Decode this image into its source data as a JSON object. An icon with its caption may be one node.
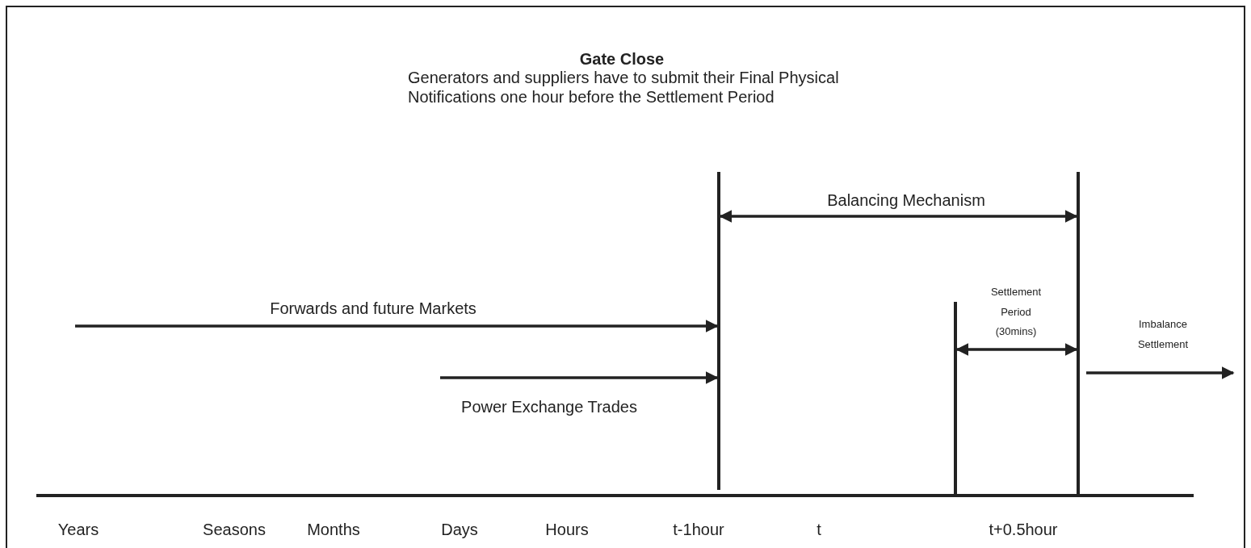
{
  "diagram": {
    "nodes": [
      {
        "text": [],
        "shape": "bar"
      },
      {
        "text": [],
        "shape": "bar"
      },
      {
        "text": [],
        "shape": "bar"
      }
    ],
    "edges": [
      {
        "from": 0,
        "to": 2,
        "arrow": "both",
        "label": "Balancing Mechanism"
      },
      {
        "from": null,
        "to": 0,
        "arrow": "to",
        "label": "Forwards and future Markets"
      },
      {
        "from": 1,
        "to": 2,
        "arrow": "both",
        "label": "Settlement Period (30mins)"
      },
      {
        "from": null,
        "to": 0,
        "arrow": "to",
        "label": "Power Exchange Trades"
      },
      {
        "from": 2,
        "to": null,
        "arrow": "to",
        "label": "Imbalance Settlement"
      }
    ],
    "labels": [
      "Gate Close",
      "Generators and suppliers have to submit their Final Physical Notifications one hour before the Settlement Period",
      "Years",
      "Seasons",
      "Months",
      "Days",
      "Hours",
      "t-1hour",
      "t",
      "t+0.5hour"
    ]
  }
}
